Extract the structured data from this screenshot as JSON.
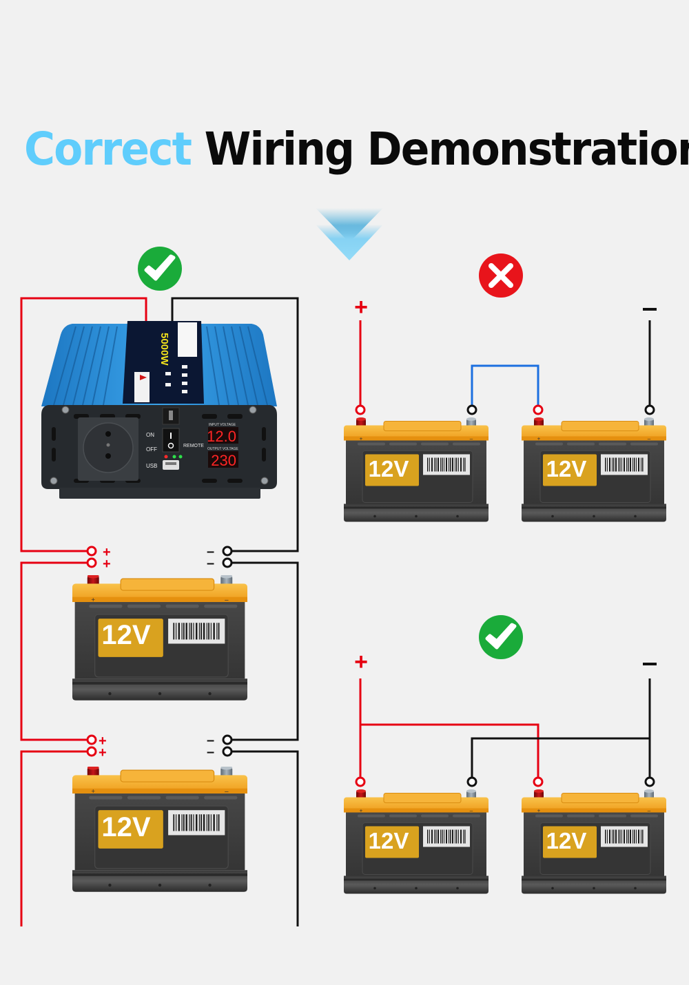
{
  "title": {
    "accent_word": "Correct",
    "rest": " Wiring Demonstration"
  },
  "colors": {
    "accent": "#5fcdfc",
    "positive_wire": "#e60012",
    "negative_wire": "#111111",
    "bridge_wire": "#1c6fe0",
    "check_green": "#1aab3a",
    "cross_red": "#e8141b",
    "battery_top": "#f4ae2a",
    "battery_body": "#3c3c3c",
    "inverter_blue": "#2a8fd6"
  },
  "icons": {
    "arrow": "down-chevron-icon",
    "correct": "check-circle-icon",
    "wrong": "x-circle-icon"
  },
  "inverter": {
    "power_label": "5000W",
    "socket_on": "ON",
    "socket_off": "OFF",
    "usb_label": "USB",
    "remote_label": "REMOTE",
    "input_voltage_label": "INPUT VOLTAGE",
    "input_voltage_value": "12.0",
    "output_voltage_label": "OUTPUT VOLTAGE",
    "output_voltage_value": "230"
  },
  "terminals": {
    "plus": "+",
    "minus": "–"
  },
  "battery": {
    "voltage_label": "12V",
    "plus_mark": "+",
    "minus_mark": "–"
  },
  "diagrams": [
    {
      "name": "inverter-parallel",
      "status": "correct",
      "batteries": 2
    },
    {
      "name": "series-wrong",
      "status": "wrong",
      "batteries": 2
    },
    {
      "name": "parallel-correct",
      "status": "correct",
      "batteries": 2
    }
  ]
}
